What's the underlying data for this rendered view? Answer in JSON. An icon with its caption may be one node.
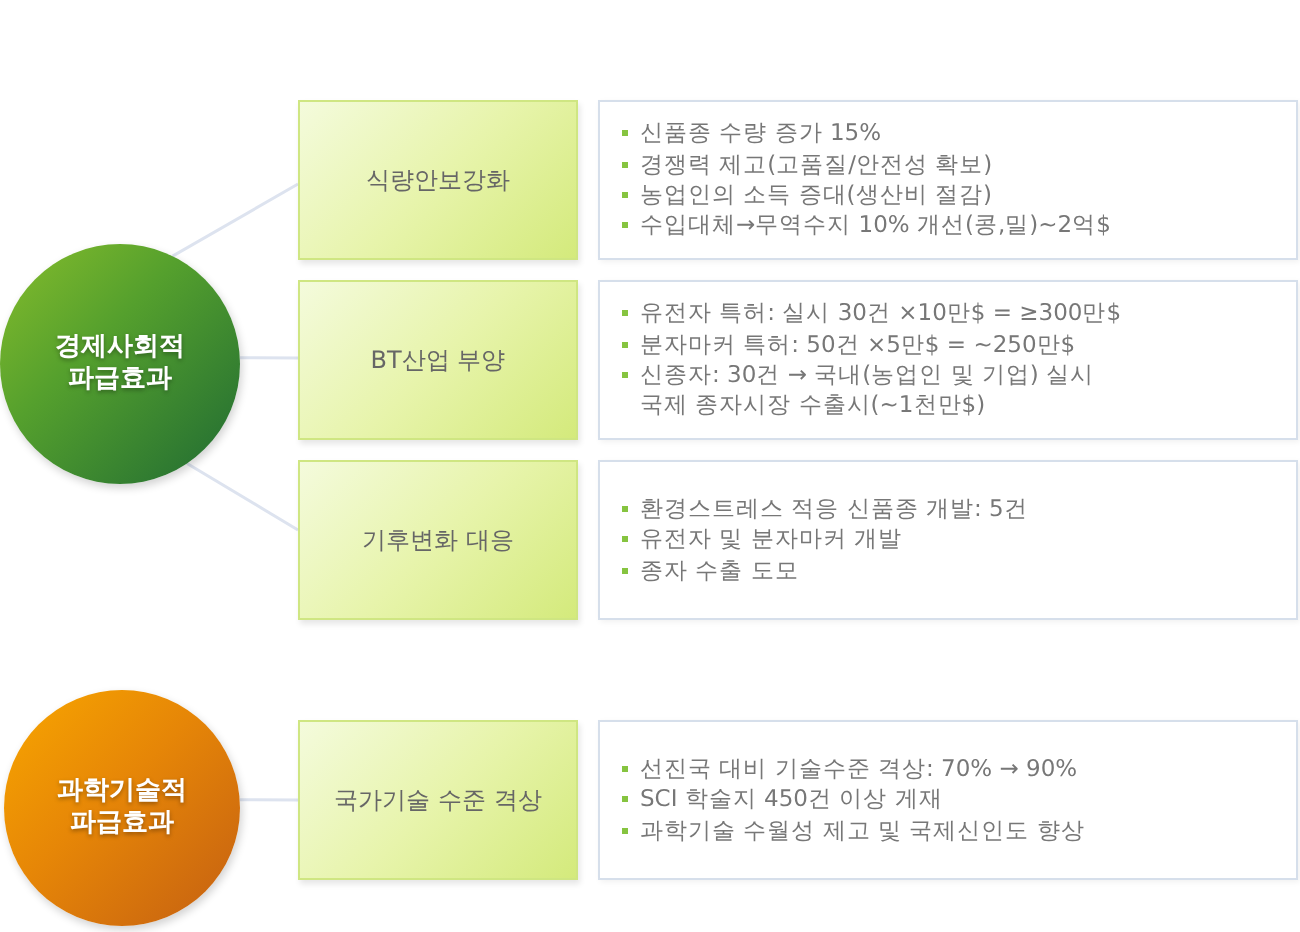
{
  "diagram": {
    "nodes": [
      {
        "text": [
          "경제사회적 파급효과"
        ]
      },
      {
        "text": [
          "식량안보강화"
        ]
      },
      {
        "text": [
          "신품종 수량 증가 15%",
          "경쟁력 제고(고품질/안전성 확보)",
          "농업인의 소득 증대(생산비 절감)",
          "수입대체→무역수지 10% 개선(콩,밀)~2억$"
        ]
      },
      {
        "text": [
          "BT산업 부양"
        ]
      },
      {
        "text": [
          "유전자 특허: 실시 30건 ×10만$ = ≥300만$",
          "분자마커 특허: 50건 ×5만$ = ~250만$",
          "신종자: 30건 → 국내(농업인 및 기업) 실시 국제 종자시장 수출시(~1천만$)"
        ]
      },
      {
        "text": [
          "기후변화 대응"
        ]
      },
      {
        "text": [
          "환경스트레스 적응 신품종 개발: 5건",
          "유전자 및 분자마커 개발",
          "종자 수출 도모"
        ]
      },
      {
        "text": [
          "과학기술적 파급효과"
        ]
      },
      {
        "text": [
          "국가기술 수준 격상"
        ]
      },
      {
        "text": [
          "선진국 대비 기술수준 격상: 70% → 90%",
          "SCI 학술지 450건 이상 게재",
          "과학기술 수월성 제고 및 국제신인도 향상"
        ]
      }
    ],
    "edges": [
      {
        "from": 0,
        "to": 1,
        "arrow": "none"
      },
      {
        "from": 0,
        "to": 3,
        "arrow": "none"
      },
      {
        "from": 0,
        "to": 5,
        "arrow": "none"
      },
      {
        "from": 7,
        "to": 8,
        "arrow": "none"
      }
    ]
  }
}
